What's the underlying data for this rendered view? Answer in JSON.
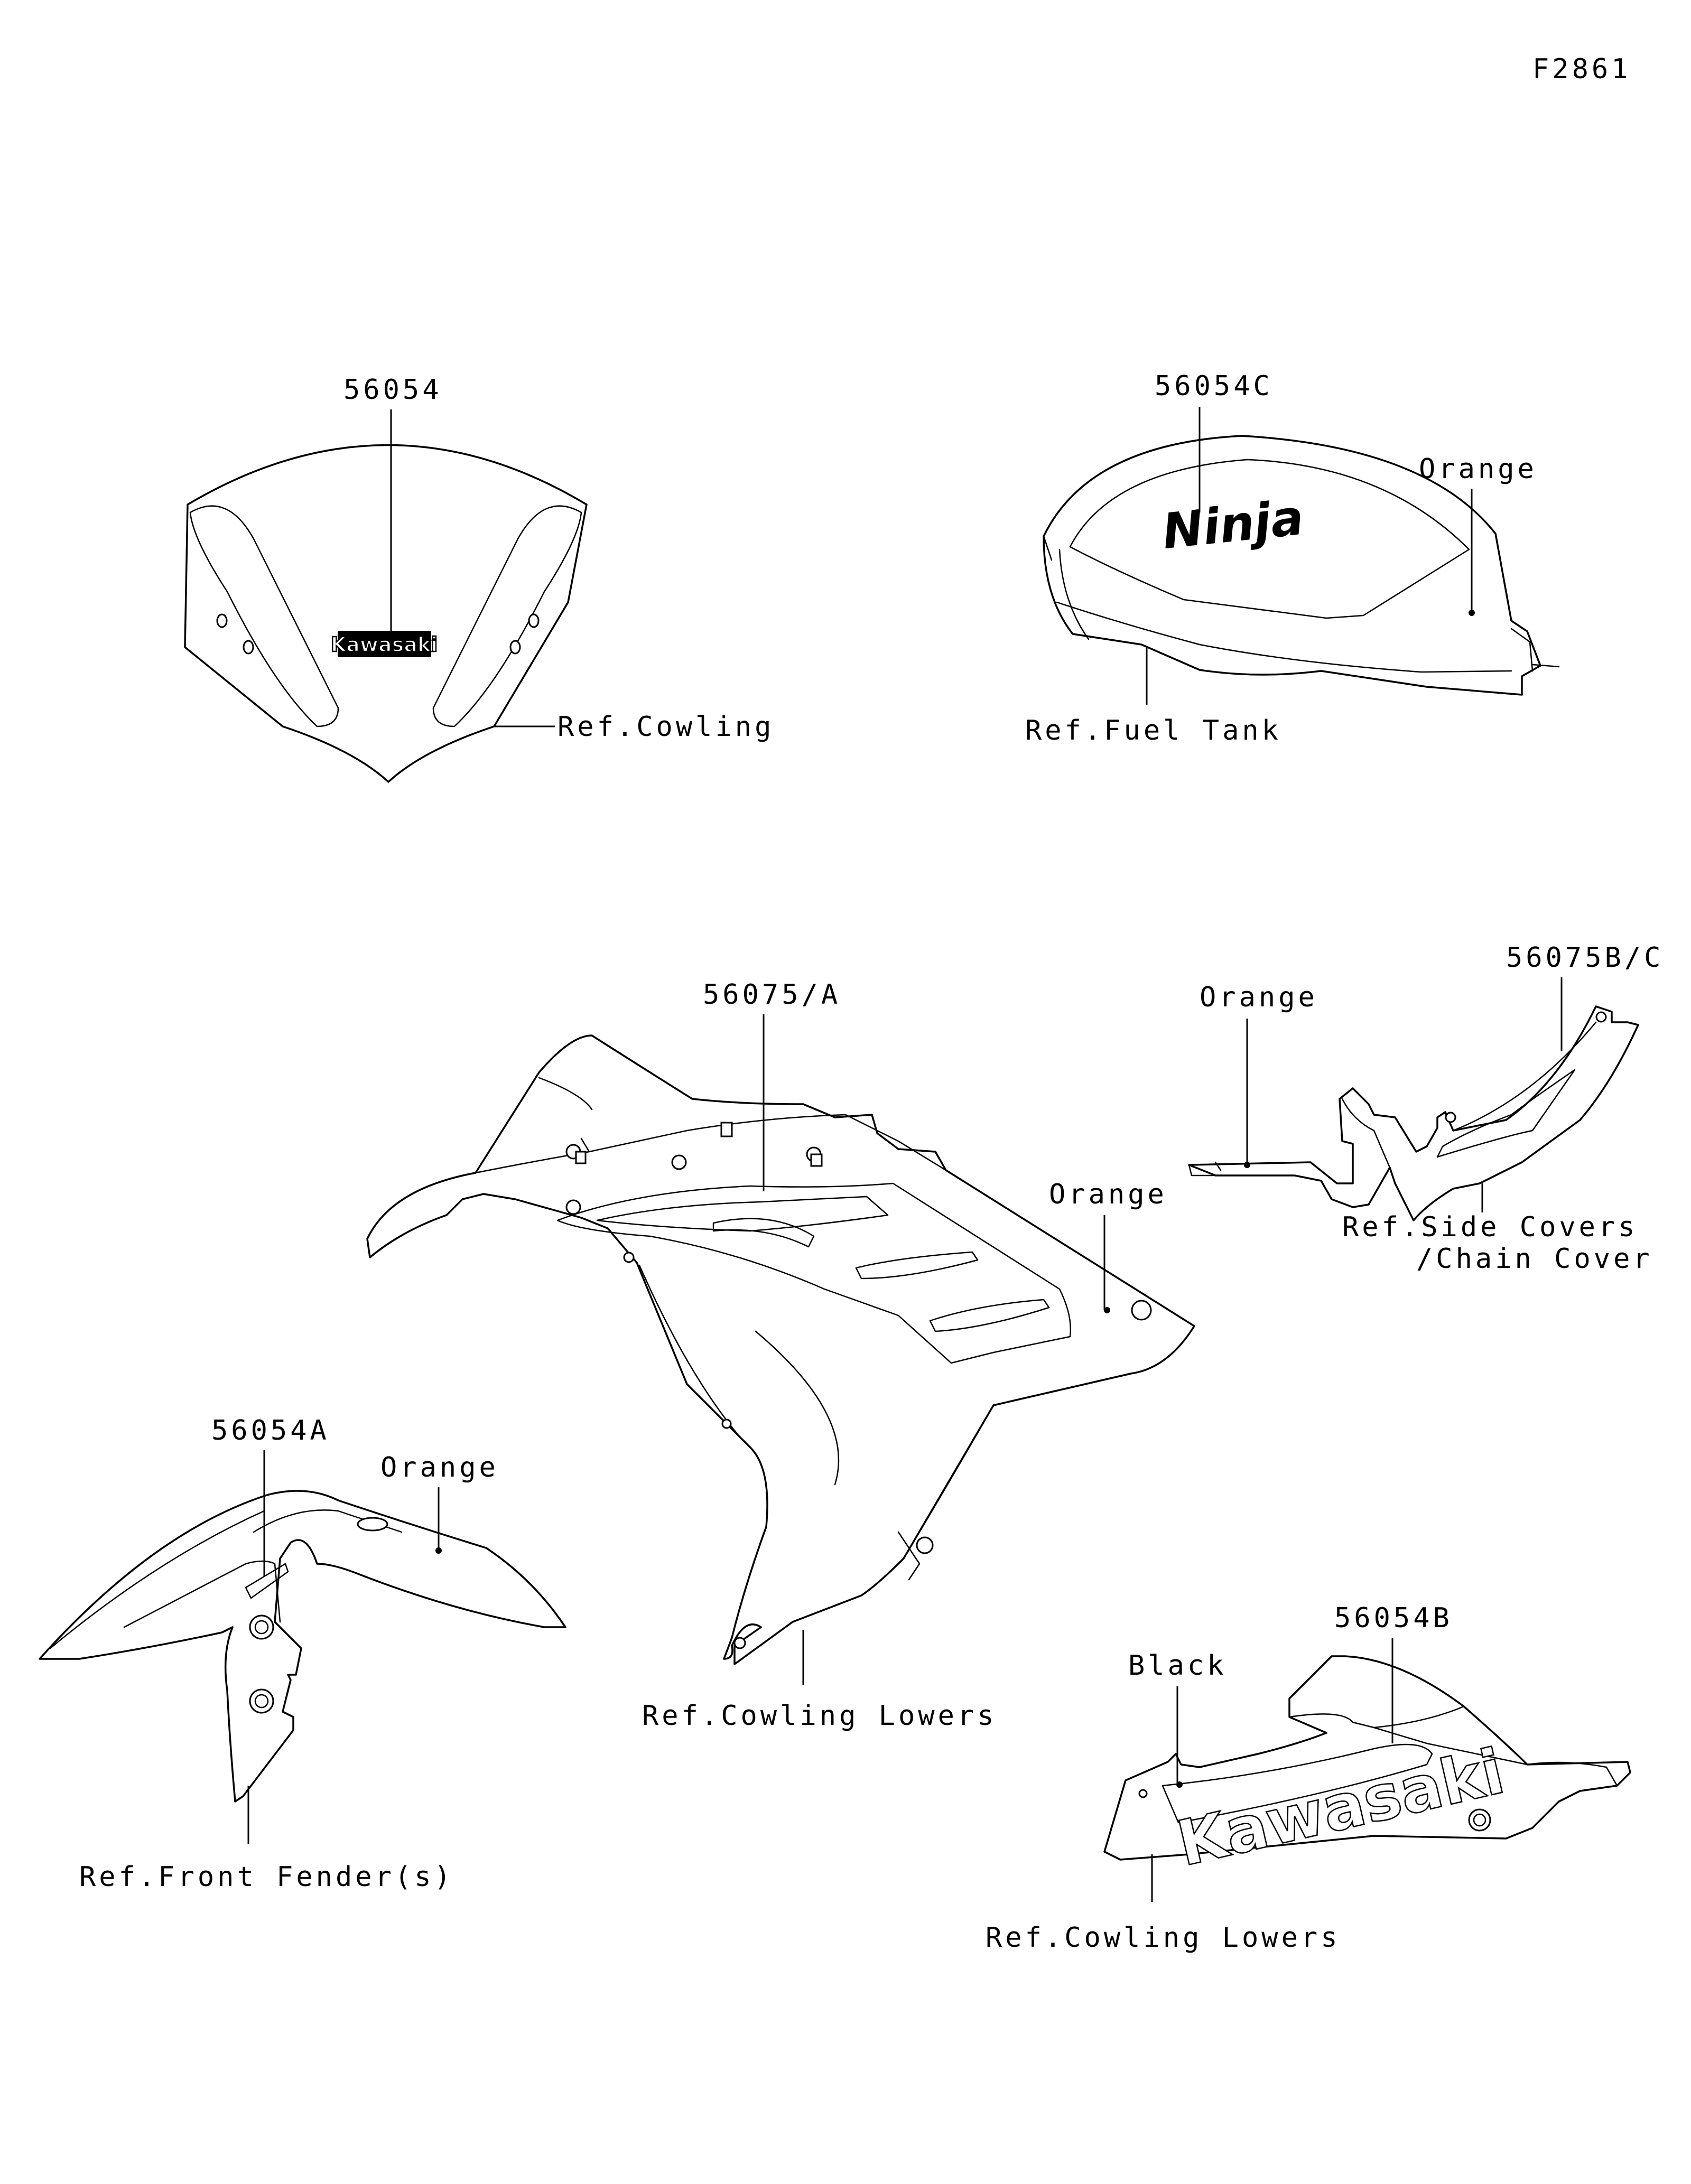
{
  "figure_code": "F2861",
  "callouts": {
    "windshield_part": "56054",
    "windshield_ref": "Ref.Cowling",
    "tank_part": "56054C",
    "tank_color": "Orange",
    "tank_ref": "Ref.Fuel Tank",
    "cowl_part": "56075/A",
    "cowl_color": "Orange",
    "cowl_ref": "Ref.Cowling Lowers",
    "side_part": "56075B/C",
    "side_color": "Orange",
    "side_ref_1": "Ref.Side Covers",
    "side_ref_2": "/Chain Cover",
    "fender_part": "56054A",
    "fender_color": "Orange",
    "fender_ref": "Ref.Front Fender(s)",
    "lower_part": "56054B",
    "lower_color": "Black",
    "lower_ref": "Ref.Cowling Lowers"
  },
  "decals": {
    "windshield_logo": "Kawasaki",
    "tank_logo": "Ninja",
    "lower_logo": "Kawasaki"
  }
}
